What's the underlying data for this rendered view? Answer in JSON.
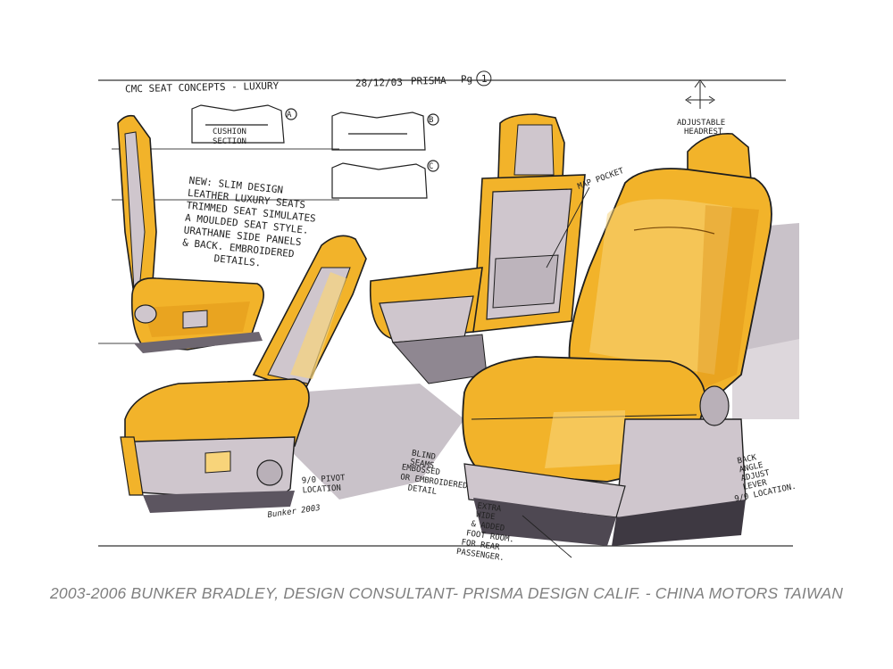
{
  "sheet": {
    "header": "CMC SEAT CONCEPTS - LUXURY",
    "date": "28/12/03",
    "studio": "PRISMA",
    "page": "Pg",
    "page_num": "1"
  },
  "cushion_sections": [
    {
      "marker": "A",
      "label_line1": "CUSHION",
      "label_line2": "SECTION"
    },
    {
      "marker": "B"
    },
    {
      "marker": "C"
    }
  ],
  "notes": {
    "design_note": [
      "NEW: SLIM DESIGN",
      "LEATHER LUXURY SEATS",
      "TRIMMED SEAT SIMULATES",
      "A MOULDED SEAT STYLE.",
      "URATHANE SIDE PANELS",
      "& BACK. EMBROIDERED",
      "DETAILS."
    ],
    "map_pocket": "MAP POCKET",
    "adjustable_headrest": [
      "ADJUSTABLE",
      "HEADREST"
    ],
    "blind_seams": [
      "BLIND",
      "SEAMS"
    ],
    "embossed_detail": [
      "EMBOSSED",
      "OR EMBROIDERED",
      "DETAIL"
    ],
    "extra_wide": [
      "EXTRA",
      "WIDE",
      "& ADDED",
      "FOOT ROOM.",
      "FOR REAR",
      "PASSENGER."
    ],
    "back_angle": [
      "BACK",
      "ANGLE",
      "ADJUST",
      "LEVER",
      "9/0 LOCATION."
    ],
    "pivot_location": [
      "9/0 PIVOT",
      "LOCATION"
    ],
    "signature": "Bunker 2003"
  },
  "colors": {
    "leather": "#f2b32a",
    "leather_dark": "#d98a0e",
    "leather_light": "#f8d47a",
    "panel": "#cfc6cd",
    "shadow": "#8f8791",
    "ink": "#1e1e1e"
  },
  "footer": {
    "caption": "2003-2006 BUNKER BRADLEY, DESIGN CONSULTANT- PRISMA DESIGN CALIF. - CHINA MOTORS TAIWAN"
  }
}
